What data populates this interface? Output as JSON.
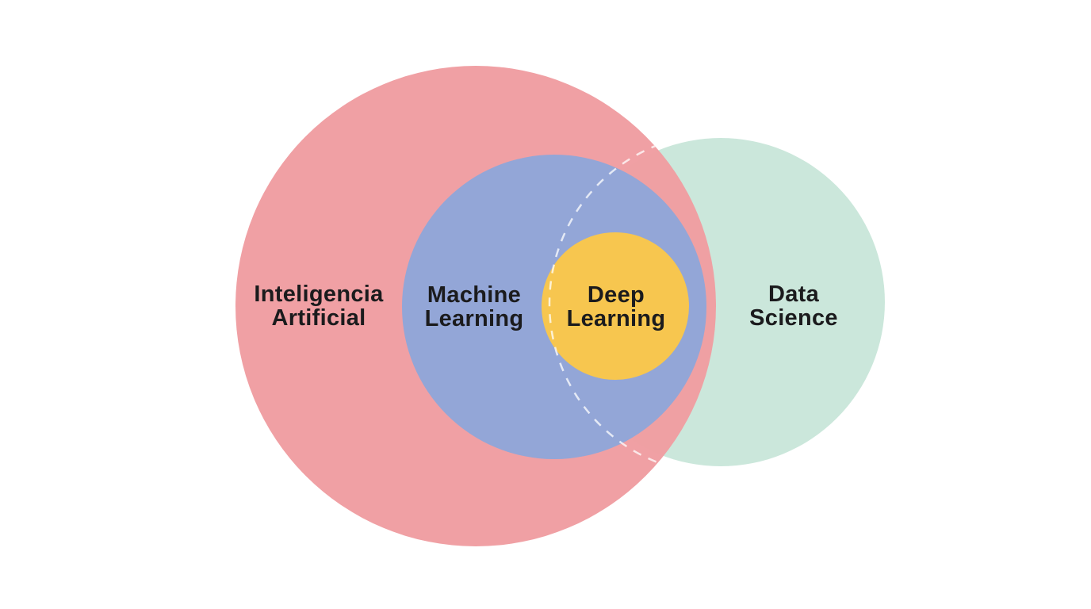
{
  "diagram": {
    "type": "euler-venn",
    "background_color": "#FFFFFF",
    "text_color": "#1B1B1D",
    "circles": [
      {
        "id": "inteligencia-artificial",
        "label_line1": "Inteligencia",
        "label_line2": "Artificial",
        "color": "#F09DA1"
      },
      {
        "id": "machine-learning",
        "label_line1": "Machine",
        "label_line2": "Learning",
        "color": "#93A6D7"
      },
      {
        "id": "deep-learning",
        "label_line1": "Deep",
        "label_line2": "Learning",
        "color": "#F7C64F"
      },
      {
        "id": "data-science",
        "label_line1": "Data",
        "label_line2": "Science",
        "color": "#CBE7DB"
      }
    ],
    "dashed_outline": {
      "description": "hidden boundary of Data Science circle shown dashed inside overlapping circles",
      "color": "rgba(255,255,255,0.75)"
    }
  }
}
